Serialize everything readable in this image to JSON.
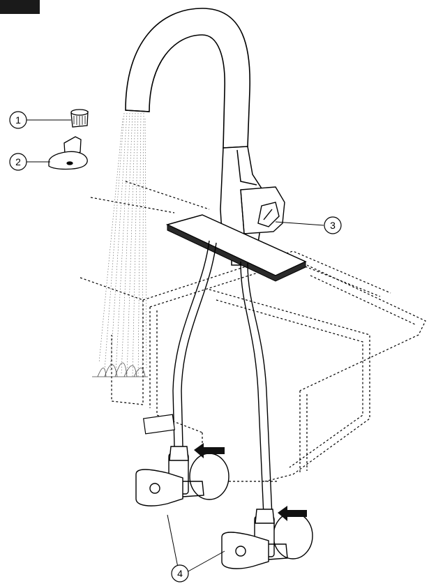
{
  "callouts": [
    {
      "id": "1",
      "label": "1"
    },
    {
      "id": "2",
      "label": "2"
    },
    {
      "id": "3",
      "label": "3"
    },
    {
      "id": "4",
      "label": "4"
    }
  ],
  "colors": {
    "ink": "#000000",
    "paper": "#ffffff",
    "tab": "#1a1a1a",
    "arrow": "#111111",
    "deck_plate": "#2a2a2a"
  }
}
